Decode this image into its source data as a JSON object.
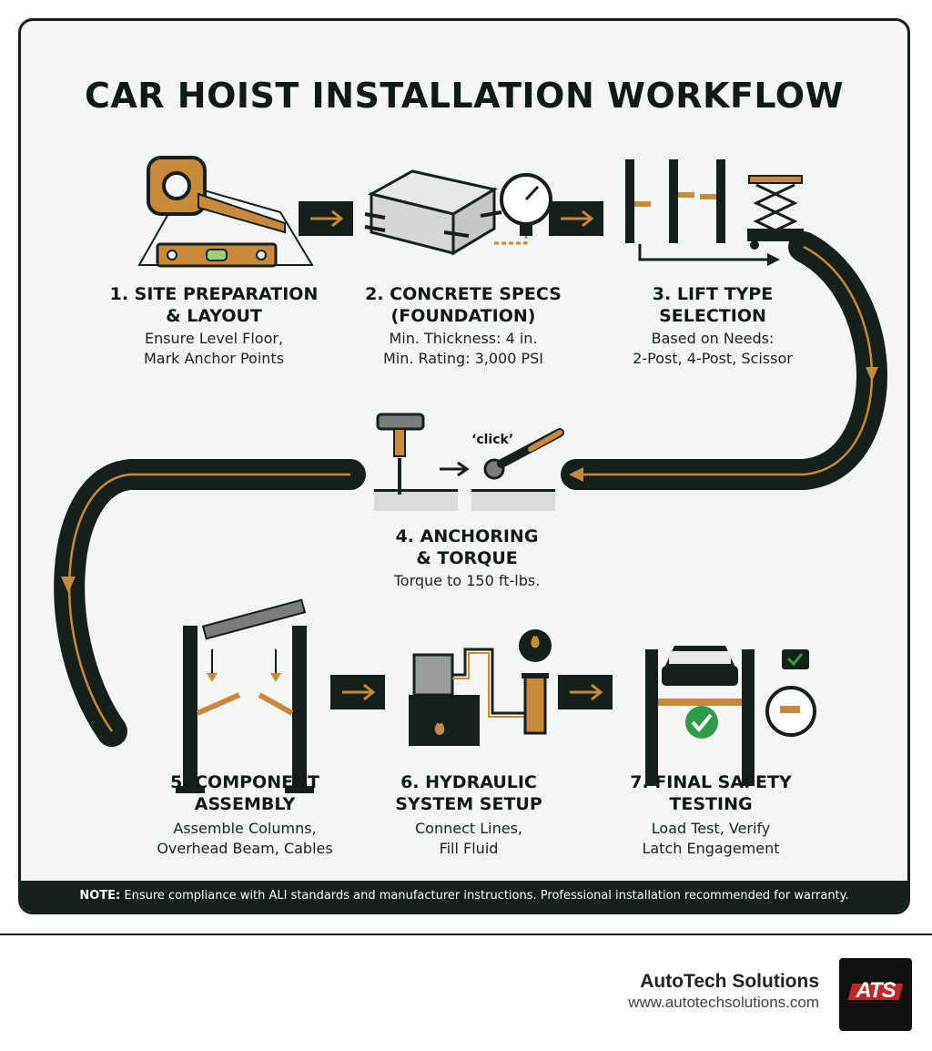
{
  "title": "CAR HOIST INSTALLATION WORKFLOW",
  "steps": [
    {
      "title_lines": [
        "1. SITE PREPARATION",
        "& LAYOUT"
      ],
      "desc_lines": [
        "Ensure Level Floor,",
        "Mark Anchor Points"
      ]
    },
    {
      "title_lines": [
        "2. CONCRETE SPECS",
        "(FOUNDATION)"
      ],
      "desc_lines": [
        "Min. Thickness: 4 in.",
        "Min. Rating: 3,000 PSI"
      ]
    },
    {
      "title_lines": [
        "3. LIFT TYPE",
        "SELECTION"
      ],
      "desc_lines": [
        "Based on Needs:",
        "2-Post, 4-Post, Scissor"
      ]
    },
    {
      "title_lines": [
        "4. ANCHORING",
        "& TORQUE"
      ],
      "desc_lines": [
        "Torque to 150 ft-lbs."
      ]
    },
    {
      "title_lines": [
        "5. COMPONENT",
        "ASSEMBLY"
      ],
      "desc_lines": [
        "Assemble Columns,",
        "Overhead Beam, Cables"
      ]
    },
    {
      "title_lines": [
        "6. HYDRAULIC",
        "SYSTEM SETUP"
      ],
      "desc_lines": [
        "Connect Lines,",
        "Fill Fluid"
      ]
    },
    {
      "title_lines": [
        "7. FINAL SAFETY",
        "TESTING"
      ],
      "desc_lines": [
        "Load Test, Verify",
        "Latch Engagement"
      ]
    }
  ],
  "click_label": "‘click’",
  "note": {
    "label": "NOTE:",
    "text": " Ensure compliance with ALI standards and manufacturer instructions. Professional installation recommended for warranty."
  },
  "footer": {
    "company": "AutoTech Solutions",
    "url": "www.autotechsolutions.com",
    "logo_text": "ATS"
  },
  "colors": {
    "dark": "#15201a",
    "accent": "#c8893a",
    "background": "#f4f6f4",
    "check": "#2e9b4a"
  }
}
